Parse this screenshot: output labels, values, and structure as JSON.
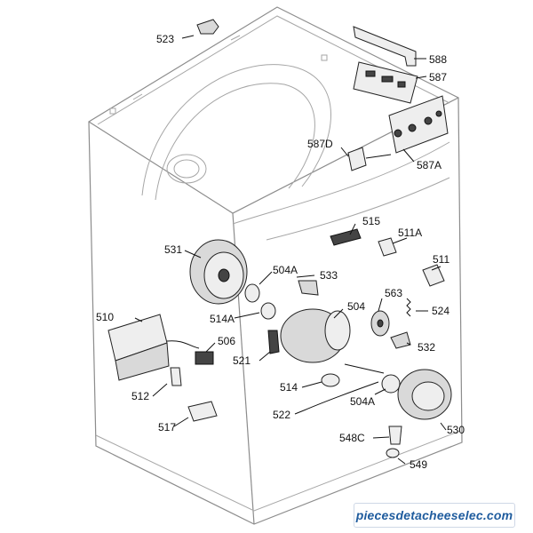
{
  "parts": [
    {
      "label": "523"
    },
    {
      "label": "588"
    },
    {
      "label": "587"
    },
    {
      "label": "587D"
    },
    {
      "label": "587A"
    },
    {
      "label": "515"
    },
    {
      "label": "511A"
    },
    {
      "label": "531"
    },
    {
      "label": "504A"
    },
    {
      "label": "533"
    },
    {
      "label": "511"
    },
    {
      "label": "563"
    },
    {
      "label": "504"
    },
    {
      "label": "524"
    },
    {
      "label": "510"
    },
    {
      "label": "514A"
    },
    {
      "label": "506"
    },
    {
      "label": "532"
    },
    {
      "label": "521"
    },
    {
      "label": "514"
    },
    {
      "label": "512"
    },
    {
      "label": "504A"
    },
    {
      "label": "522"
    },
    {
      "label": "530"
    },
    {
      "label": "517"
    },
    {
      "label": "548C"
    },
    {
      "label": "549"
    }
  ],
  "watermark": "piecesdetacheeselec.com",
  "colors": {
    "line": "#8c8c8c",
    "label": "#111111",
    "watermark": "#1f5c9e"
  }
}
